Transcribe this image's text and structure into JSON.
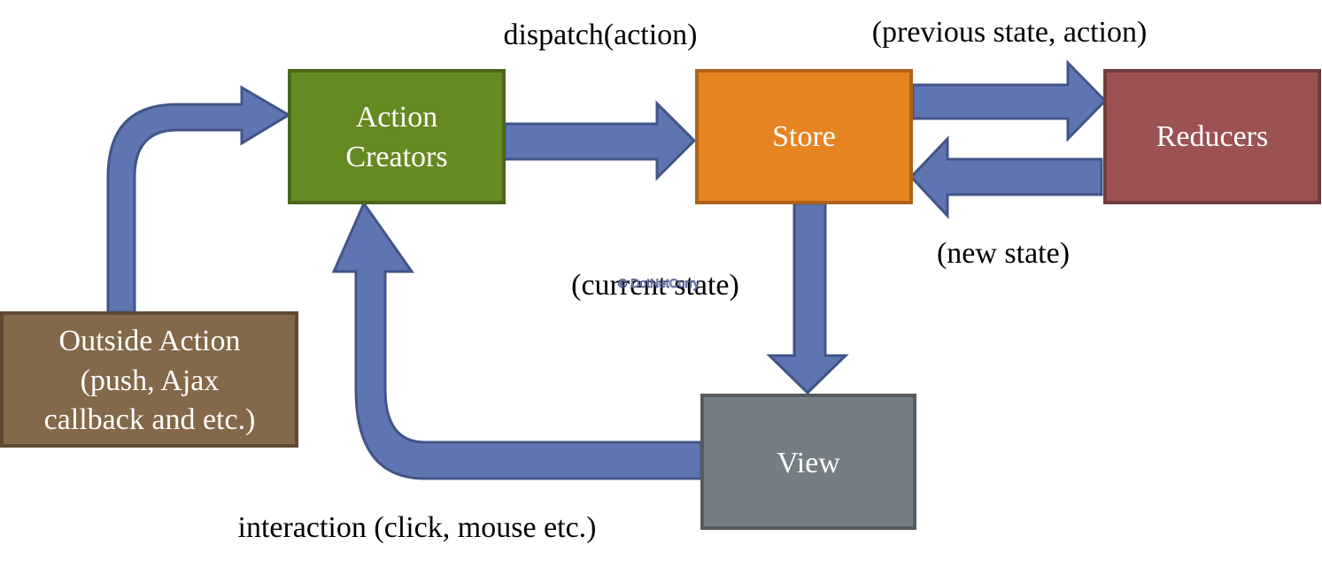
{
  "boxes": {
    "action_creators": {
      "lines": [
        "Action",
        "Creators"
      ],
      "fill": "#668a22",
      "stroke": "#4b6718"
    },
    "store": {
      "lines": [
        "Store"
      ],
      "fill": "#e68422",
      "stroke": "#b0621b"
    },
    "reducers": {
      "lines": [
        "Reducers"
      ],
      "fill": "#9c5253",
      "stroke": "#713c3d"
    },
    "view": {
      "lines": [
        "View"
      ],
      "fill": "#747e84",
      "stroke": "#555c60"
    },
    "outside_action": {
      "lines": [
        "Outside Action",
        "(push, Ajax",
        "callback and etc.)"
      ],
      "fill": "#836849",
      "stroke": "#5e4a33"
    }
  },
  "captions": {
    "dispatch": "dispatch(action)",
    "previous_state": "(previous state, action)",
    "new_state": "(new state)",
    "current_state": "(current state)",
    "interaction": "interaction (click, mouse etc.)"
  },
  "watermark": "© DotNetCurry",
  "arrow_color": "#5f75b2"
}
